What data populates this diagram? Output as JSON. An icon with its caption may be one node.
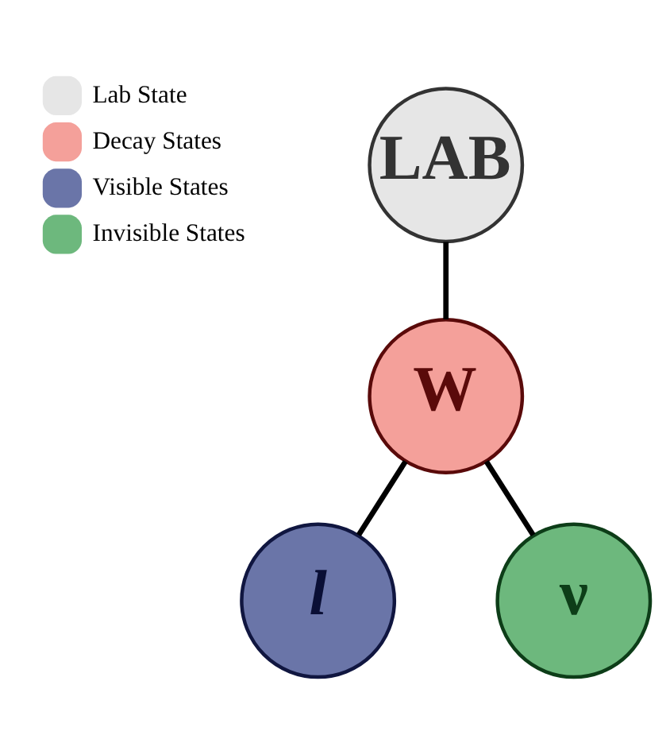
{
  "diagram": {
    "nodes": [
      {
        "text": [
          "LAB"
        ]
      },
      {
        "text": [
          "W"
        ]
      },
      {
        "text": [
          "l"
        ]
      },
      {
        "text": [
          "ν"
        ]
      }
    ],
    "edges": [
      {
        "from": 0,
        "to": 1,
        "arrow": "none"
      },
      {
        "from": 1,
        "to": 2,
        "arrow": "none"
      },
      {
        "from": 1,
        "to": 3,
        "arrow": "none"
      }
    ],
    "legend": [
      {
        "text": "Lab State",
        "color": "#e6e6e6"
      },
      {
        "text": "Decay States",
        "color": "#f4a09a"
      },
      {
        "text": "Visible States",
        "color": "#6a75a8"
      },
      {
        "text": "Invisible States",
        "color": "#6db87d"
      }
    ]
  }
}
